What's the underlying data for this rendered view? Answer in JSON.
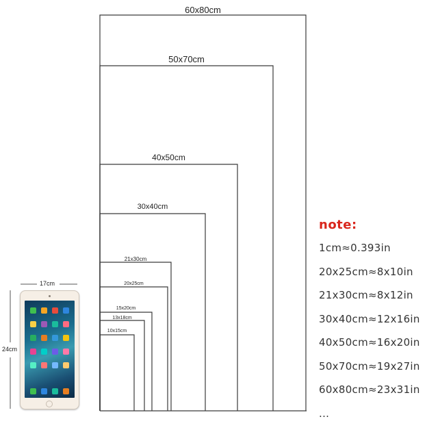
{
  "frames": [
    {
      "label": "60x80cm"
    },
    {
      "label": "50x70cm"
    },
    {
      "label": "40x50cm"
    },
    {
      "label": "30x40cm"
    },
    {
      "label": "21x30cm"
    },
    {
      "label": "20x25cm"
    },
    {
      "label": "15x20cm"
    },
    {
      "label": "13x18cm"
    },
    {
      "label": "10x15cm"
    }
  ],
  "tablet": {
    "width_label": "17cm",
    "height_label": "24cm"
  },
  "note": {
    "title": "note:",
    "lines": [
      "1cm≈0.393in",
      "20x25cm≈8x10in",
      "21x30cm≈8x12in",
      "30x40cm≈12x16in",
      "40x50cm≈16x20in",
      "50x70cm≈19x27in",
      "60x80cm≈23x31in",
      "..."
    ]
  },
  "colors": {
    "note_title": "#d9261c",
    "frame_line": "#3a3a3a",
    "tablet_body": "#f6efe6"
  }
}
